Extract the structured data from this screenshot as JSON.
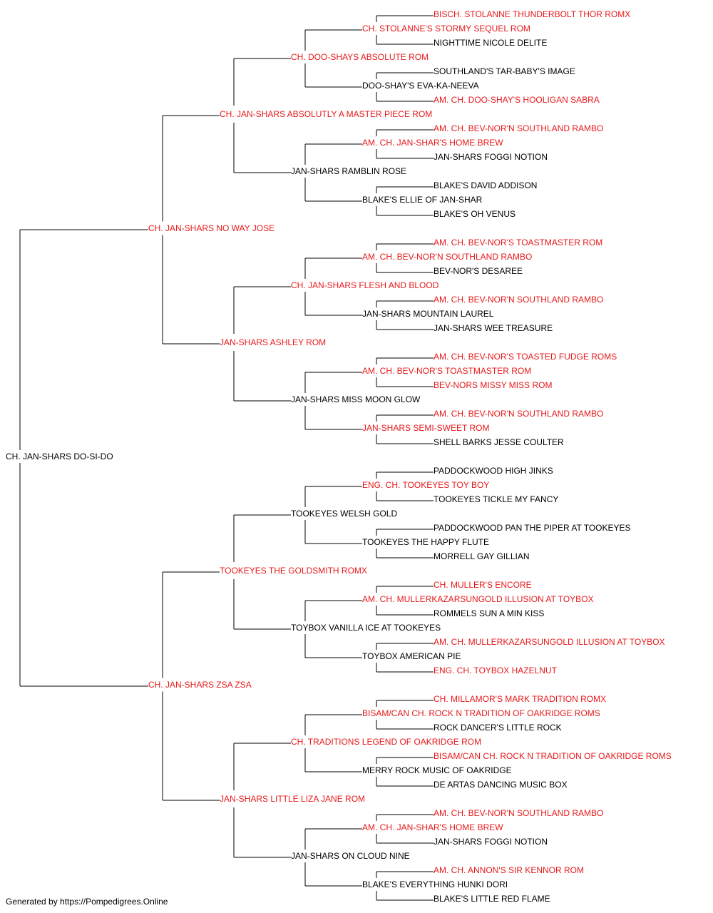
{
  "colors": {
    "champion": "#e8191b",
    "normal": "#000000",
    "lines": "#000000"
  },
  "footer": "Generated by https://Pompedigrees.Online",
  "pedigree": {
    "name": "CH. JAN-SHARS DO-SI-DO",
    "champion": false,
    "sire": {
      "name": "CH. JAN-SHARS NO WAY JOSE",
      "champion": true,
      "sire": {
        "name": "CH. JAN-SHARS ABSOLUTLY A MASTER PIECE ROM",
        "champion": true,
        "sire": {
          "name": "CH. DOO-SHAYS ABSOLUTE ROM",
          "champion": true,
          "sire": {
            "name": "CH. STOLANNE'S STORMY SEQUEL ROM",
            "champion": true,
            "sire": {
              "name": "BISCH. STOLANNE THUNDERBOLT THOR ROMX",
              "champion": true
            },
            "dam": {
              "name": "NIGHTTIME NICOLE DELITE",
              "champion": false
            }
          },
          "dam": {
            "name": "DOO-SHAY'S EVA-KA-NEEVA",
            "champion": false,
            "sire": {
              "name": "SOUTHLAND'S TAR-BABY'S IMAGE",
              "champion": false
            },
            "dam": {
              "name": "AM. CH. DOO-SHAY'S HOOLIGAN SABRA",
              "champion": true
            }
          }
        },
        "dam": {
          "name": "JAN-SHARS RAMBLIN ROSE",
          "champion": false,
          "sire": {
            "name": "AM. CH. JAN-SHAR'S HOME BREW",
            "champion": true,
            "sire": {
              "name": "AM. CH. BEV-NOR'N SOUTHLAND RAMBO",
              "champion": true
            },
            "dam": {
              "name": "JAN-SHARS FOGGI NOTION",
              "champion": false
            }
          },
          "dam": {
            "name": "BLAKE'S ELLIE OF JAN-SHAR",
            "champion": false,
            "sire": {
              "name": "BLAKE'S DAVID ADDISON",
              "champion": false
            },
            "dam": {
              "name": "BLAKE'S OH VENUS",
              "champion": false
            }
          }
        }
      },
      "dam": {
        "name": "JAN-SHARS ASHLEY ROM",
        "champion": true,
        "sire": {
          "name": "CH. JAN-SHARS FLESH AND BLOOD",
          "champion": true,
          "sire": {
            "name": "AM. CH. BEV-NOR'N SOUTHLAND RAMBO",
            "champion": true,
            "sire": {
              "name": "AM. CH. BEV-NOR'S TOASTMASTER ROM",
              "champion": true
            },
            "dam": {
              "name": "BEV-NOR'S DESAREE",
              "champion": false
            }
          },
          "dam": {
            "name": "JAN-SHARS MOUNTAIN LAUREL",
            "champion": false,
            "sire": {
              "name": "AM. CH. BEV-NOR'N SOUTHLAND RAMBO",
              "champion": true
            },
            "dam": {
              "name": "JAN-SHARS WEE TREASURE",
              "champion": false
            }
          }
        },
        "dam": {
          "name": "JAN-SHARS MISS MOON GLOW",
          "champion": false,
          "sire": {
            "name": "AM. CH. BEV-NOR'S TOASTMASTER ROM",
            "champion": true,
            "sire": {
              "name": "AM. CH. BEV-NOR'S TOASTED FUDGE ROMS",
              "champion": true
            },
            "dam": {
              "name": "BEV-NORS MISSY MISS ROM",
              "champion": true
            }
          },
          "dam": {
            "name": "JAN-SHARS SEMI-SWEET ROM",
            "champion": true,
            "sire": {
              "name": "AM. CH. BEV-NOR'N SOUTHLAND RAMBO",
              "champion": true
            },
            "dam": {
              "name": "SHELL BARKS JESSE COULTER",
              "champion": false
            }
          }
        }
      }
    },
    "dam": {
      "name": "CH. JAN-SHARS ZSA ZSA",
      "champion": true,
      "sire": {
        "name": "TOOKEYES THE GOLDSMITH ROMX",
        "champion": true,
        "sire": {
          "name": "TOOKEYES WELSH GOLD",
          "champion": false,
          "sire": {
            "name": "ENG. CH. TOOKEYES TOY BOY",
            "champion": true,
            "sire": {
              "name": "PADDOCKWOOD HIGH JINKS",
              "champion": false
            },
            "dam": {
              "name": "TOOKEYES TICKLE MY FANCY",
              "champion": false
            }
          },
          "dam": {
            "name": "TOOKEYES THE HAPPY FLUTE",
            "champion": false,
            "sire": {
              "name": "PADDOCKWOOD PAN THE PIPER AT TOOKEYES",
              "champion": false
            },
            "dam": {
              "name": "MORRELL GAY GILLIAN",
              "champion": false
            }
          }
        },
        "dam": {
          "name": "TOYBOX VANILLA ICE AT TOOKEYES",
          "champion": false,
          "sire": {
            "name": "AM. CH. MULLERKAZARSUNGOLD ILLUSION AT TOYBOX",
            "champion": true,
            "sire": {
              "name": "CH. MULLER'S ENCORE",
              "champion": true
            },
            "dam": {
              "name": "ROMMELS SUN A MIN KISS",
              "champion": false
            }
          },
          "dam": {
            "name": "TOYBOX AMERICAN PIE",
            "champion": false,
            "sire": {
              "name": "AM. CH. MULLERKAZARSUNGOLD ILLUSION AT TOYBOX",
              "champion": true
            },
            "dam": {
              "name": "ENG. CH. TOYBOX HAZELNUT",
              "champion": true
            }
          }
        }
      },
      "dam": {
        "name": "JAN-SHARS LITTLE LIZA JANE ROM",
        "champion": true,
        "sire": {
          "name": "CH. TRADITIONS LEGEND OF OAKRIDGE ROM",
          "champion": true,
          "sire": {
            "name": "BISAM/CAN CH. ROCK N TRADITION OF OAKRIDGE ROMS",
            "champion": true,
            "sire": {
              "name": "CH. MILLAMOR'S MARK TRADITION ROMX",
              "champion": true
            },
            "dam": {
              "name": "ROCK DANCER'S LITTLE ROCK",
              "champion": false
            }
          },
          "dam": {
            "name": "MERRY ROCK MUSIC OF OAKRIDGE",
            "champion": false,
            "sire": {
              "name": "BISAM/CAN CH. ROCK N TRADITION OF OAKRIDGE ROMS",
              "champion": true
            },
            "dam": {
              "name": "DE ARTAS DANCING MUSIC BOX",
              "champion": false
            }
          }
        },
        "dam": {
          "name": "JAN-SHARS ON CLOUD NINE",
          "champion": false,
          "sire": {
            "name": "AM. CH. JAN-SHAR'S HOME BREW",
            "champion": true,
            "sire": {
              "name": "AM. CH. BEV-NOR'N SOUTHLAND RAMBO",
              "champion": true
            },
            "dam": {
              "name": "JAN-SHARS FOGGI NOTION",
              "champion": false
            }
          },
          "dam": {
            "name": "BLAKE'S EVERYTHING HUNKI DORI",
            "champion": false,
            "sire": {
              "name": "AM. CH. ANNON'S SIR KENNOR ROM",
              "champion": true
            },
            "dam": {
              "name": "BLAKE'S LITTLE RED FLAME",
              "champion": false
            }
          }
        }
      }
    }
  }
}
